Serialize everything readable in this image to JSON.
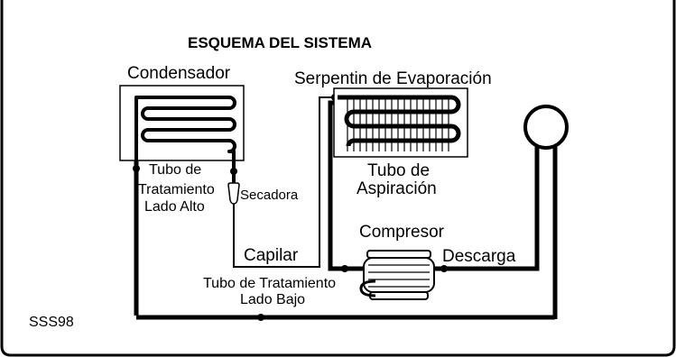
{
  "diagram": {
    "title": "ESQUEMA DEL SISTEMA",
    "code": "SSS98",
    "components": {
      "condenser": "Condensador",
      "evaporator": "Serpentin de Evaporación",
      "compressor": "Compresor",
      "dryer": "Secadora"
    },
    "labels": {
      "high_side_tube_line1": "Tubo de",
      "high_side_tube_line2": "Tratamiento",
      "high_side_tube_line3": "Lado Alto",
      "suction_tube_line1": "Tubo de",
      "suction_tube_line2": "Aspiración",
      "capillary": "Capilar",
      "discharge": "Descarga",
      "low_side_tube_line1": "Tubo de Tratamiento",
      "low_side_tube_line2": "Lado Bajo"
    }
  }
}
